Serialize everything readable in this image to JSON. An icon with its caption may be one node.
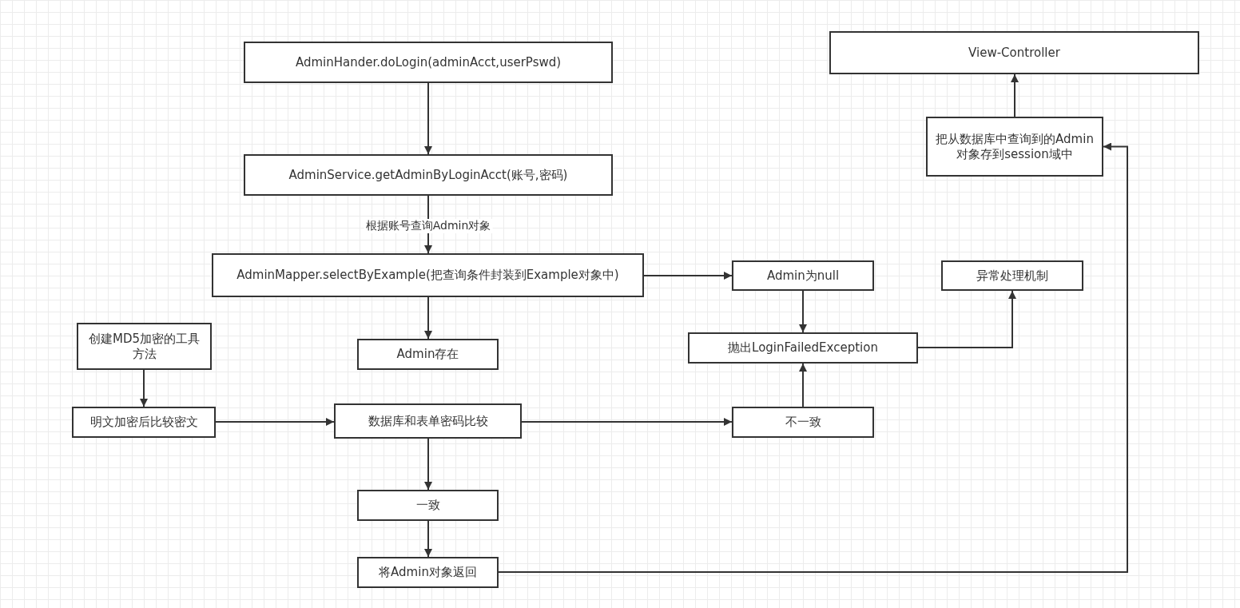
{
  "diagram": {
    "nodes": [
      {
        "text": [
          "AdminHander.doLogin(adminAcct,userPswd)"
        ]
      },
      {
        "text": [
          "AdminService.getAdminByLoginAcct(账号,密码)"
        ]
      },
      {
        "text": [
          "AdminMapper.selectByExample(把查询条件封装到Example对象中)"
        ]
      },
      {
        "text": [
          "Admin为null"
        ]
      },
      {
        "text": [
          "异常处理机制"
        ]
      },
      {
        "text": [
          "创建MD5加密的工具方法"
        ]
      },
      {
        "text": [
          "Admin存在"
        ]
      },
      {
        "text": [
          "抛出LoginFailedException"
        ]
      },
      {
        "text": [
          "明文加密后比较密文"
        ]
      },
      {
        "text": [
          "数据库和表单密码比较"
        ]
      },
      {
        "text": [
          "不一致"
        ]
      },
      {
        "text": [
          "一致"
        ]
      },
      {
        "text": [
          "将Admin对象返回"
        ]
      },
      {
        "text": [
          "View-Controller"
        ]
      },
      {
        "text": [
          "把从数据库中查询到的Admin对象存到session域中"
        ]
      }
    ],
    "edges": [
      {
        "from": 0,
        "to": 1,
        "arrow": "to"
      },
      {
        "from": 1,
        "to": 2,
        "arrow": "to",
        "label": "根据账号查询Admin对象"
      },
      {
        "from": 2,
        "to": 3,
        "arrow": "to"
      },
      {
        "from": 2,
        "to": 6,
        "arrow": "to"
      },
      {
        "from": 3,
        "to": 7,
        "arrow": "to"
      },
      {
        "from": 7,
        "to": 4,
        "arrow": "to"
      },
      {
        "from": 5,
        "to": 8,
        "arrow": "to"
      },
      {
        "from": 8,
        "to": 9,
        "arrow": "to"
      },
      {
        "from": 9,
        "to": 10,
        "arrow": "to"
      },
      {
        "from": 10,
        "to": 7,
        "arrow": "to"
      },
      {
        "from": 9,
        "to": 11,
        "arrow": "to"
      },
      {
        "from": 11,
        "to": 12,
        "arrow": "to"
      },
      {
        "from": 12,
        "to": 14,
        "arrow": "to"
      },
      {
        "from": 14,
        "to": 13,
        "arrow": "to"
      }
    ]
  }
}
